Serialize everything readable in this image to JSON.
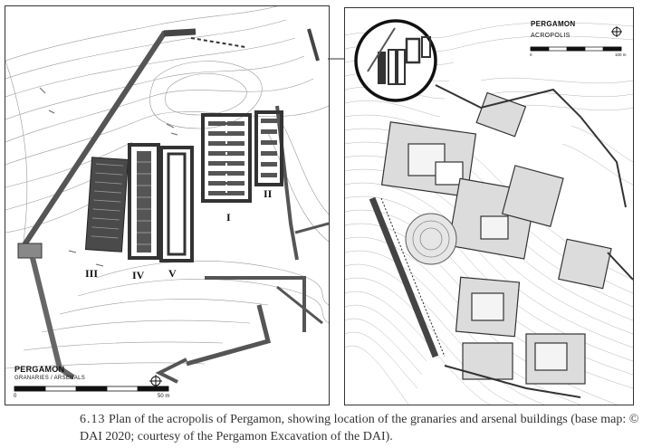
{
  "left_panel": {
    "title": "PERGAMON",
    "subtitle": "GRANARIES / ARSENALS",
    "scale_start": "0",
    "scale_end": "50 m",
    "building_labels": [
      "I",
      "II",
      "III",
      "IV",
      "V"
    ]
  },
  "right_panel": {
    "title": "PERGAMON",
    "subtitle": "ACROPOLIS",
    "scale_start": "0",
    "scale_end": "100 m"
  },
  "caption": {
    "number": "6.13",
    "text": "Plan of the acropolis of Pergamon, showing location of the granaries and arsenal buildings (base map: © DAI 2020; courtesy of the Pergamon Excavation of the DAI)."
  }
}
